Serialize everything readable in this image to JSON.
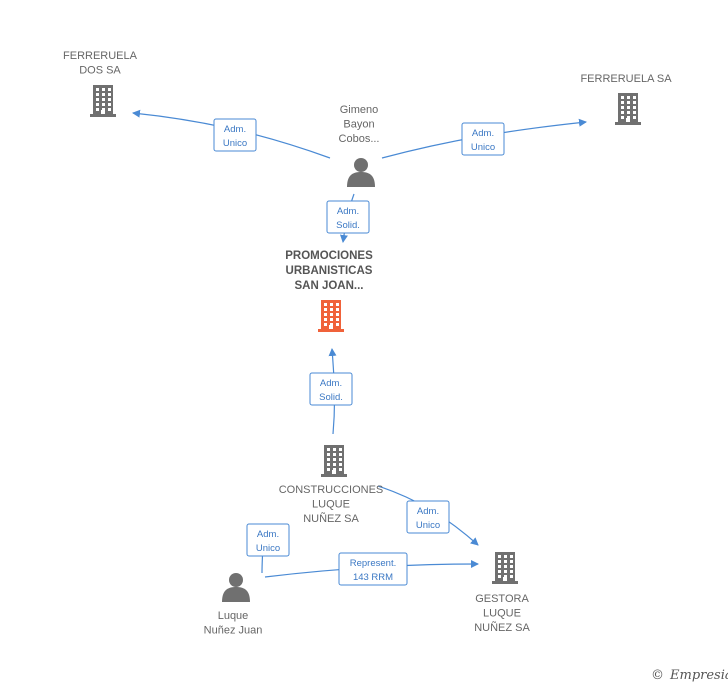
{
  "colors": {
    "edge": "#4a8ad4",
    "building": "#707070",
    "building_highlight": "#f0623a",
    "person": "#707070",
    "text": "#666666"
  },
  "nodes": [
    {
      "id": "ferreruela-dos",
      "type": "company",
      "label": [
        "FERRERUELA",
        "DOS SA"
      ]
    },
    {
      "id": "ferreruela",
      "type": "company",
      "label": [
        "FERRERUELA SA"
      ]
    },
    {
      "id": "gimeno",
      "type": "person",
      "label": [
        "Gimeno",
        "Bayon",
        "Cobos..."
      ]
    },
    {
      "id": "promociones",
      "type": "company",
      "highlight": true,
      "label": [
        "PROMOCIONES",
        "URBANISTICAS",
        "SAN JOAN..."
      ]
    },
    {
      "id": "construcciones",
      "type": "company",
      "label": [
        "CONSTRUCCIONES",
        "LUQUE",
        "NUÑEZ SA"
      ]
    },
    {
      "id": "luque-juan",
      "type": "person",
      "label": [
        "Luque",
        "Nuñez Juan"
      ]
    },
    {
      "id": "gestora",
      "type": "company",
      "label": [
        "GESTORA",
        "LUQUE",
        "NUÑEZ SA"
      ]
    }
  ],
  "edges": [
    {
      "from": "gimeno",
      "to": "ferreruela-dos",
      "label": [
        "Adm.",
        "Unico"
      ]
    },
    {
      "from": "gimeno",
      "to": "ferreruela",
      "label": [
        "Adm.",
        "Unico"
      ]
    },
    {
      "from": "gimeno",
      "to": "promociones",
      "label": [
        "Adm.",
        "Solid."
      ]
    },
    {
      "from": "construcciones",
      "to": "promociones",
      "label": [
        "Adm.",
        "Solid."
      ]
    },
    {
      "from": "construcciones",
      "to": "gestora",
      "label": [
        "Adm.",
        "Unico"
      ]
    },
    {
      "from": "luque-juan",
      "to": "construcciones",
      "label": [
        "Adm.",
        "Unico"
      ]
    },
    {
      "from": "luque-juan",
      "to": "gestora",
      "label": [
        "Represent.",
        "143 RRM"
      ]
    }
  ],
  "footer": {
    "copyright_symbol": "©",
    "brand": "Empresia"
  }
}
